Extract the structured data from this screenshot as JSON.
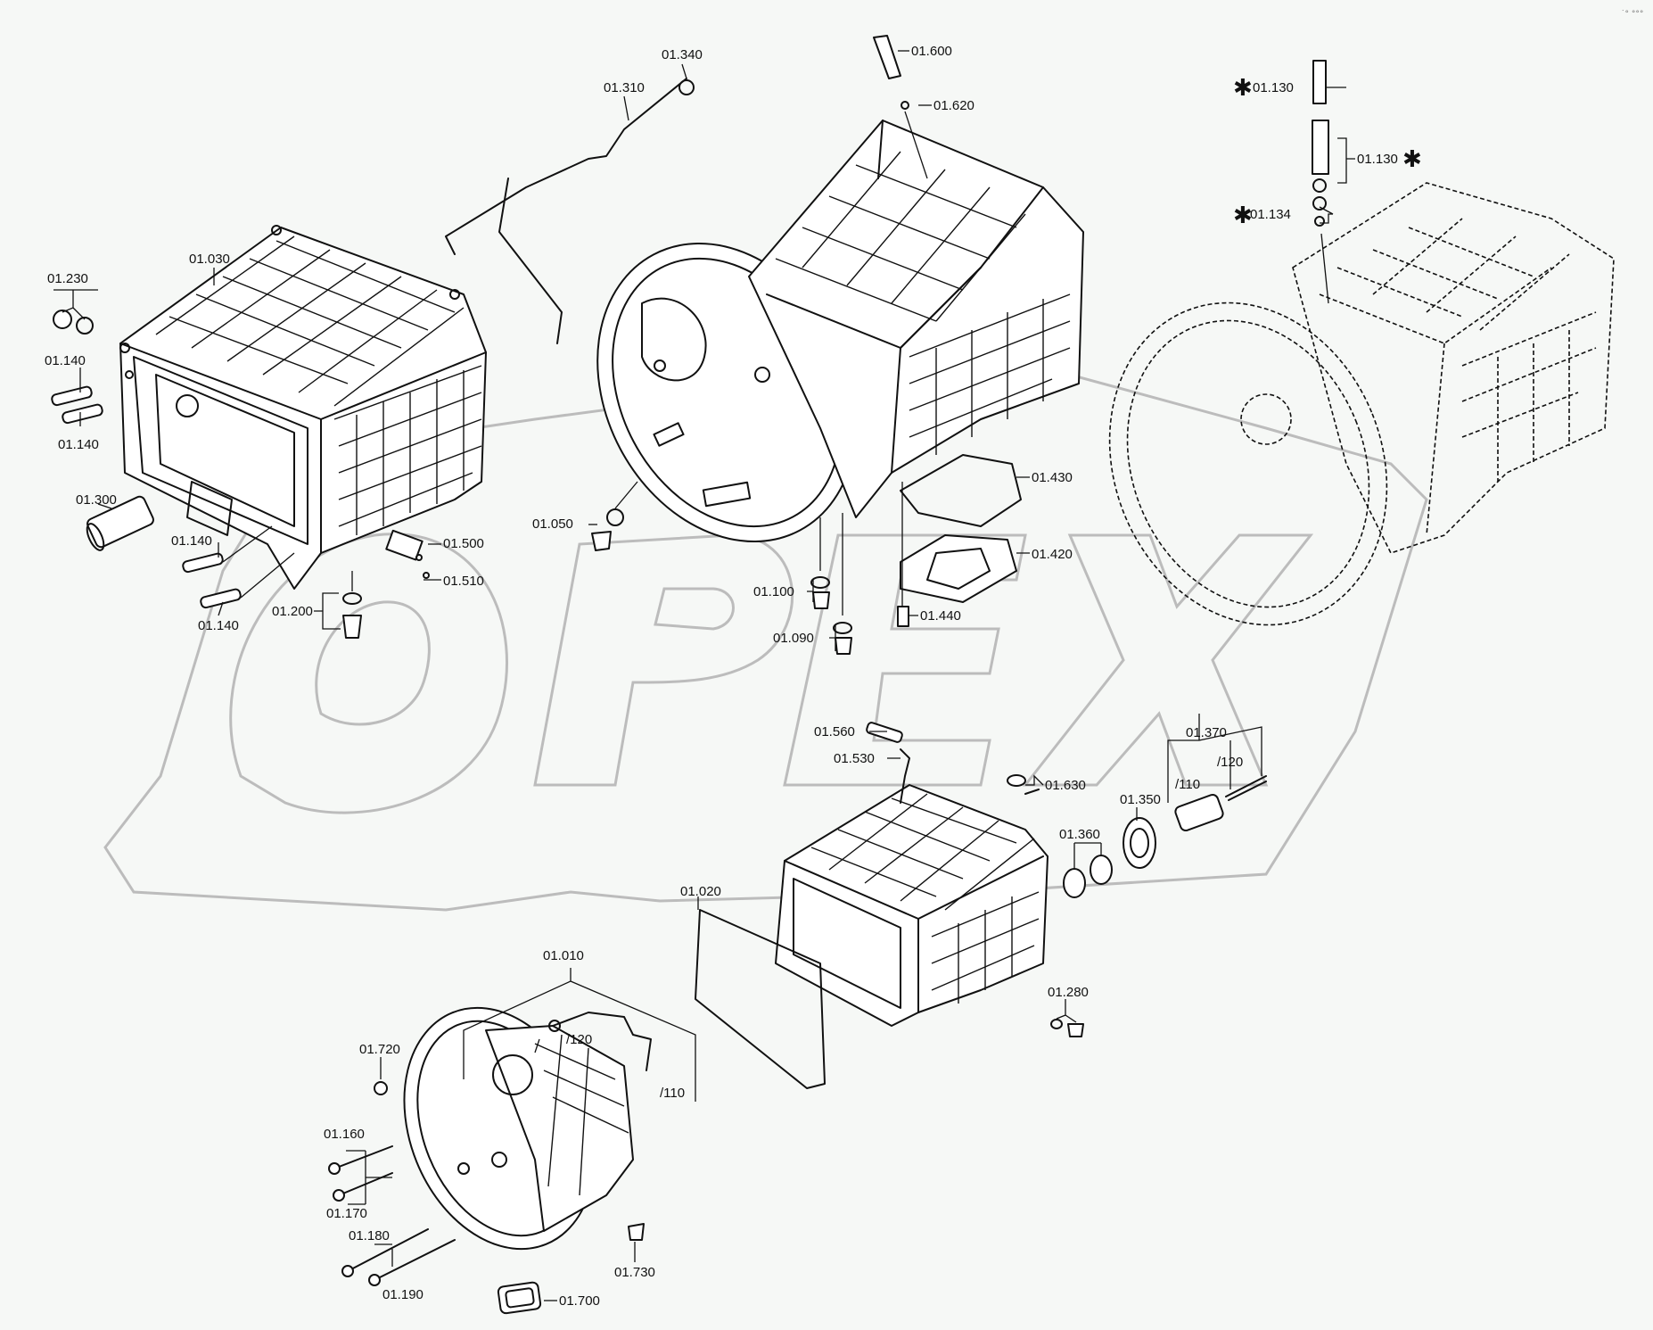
{
  "watermark": "OPEX",
  "corner_mark": "˙° °°°",
  "star_symbol": "✱",
  "labels": {
    "l01_340": "01.340",
    "l01_310": "01.310",
    "l01_600": "01.600",
    "l01_620": "01.620",
    "l01_130a": "01.130",
    "l01_130b": "01.130",
    "l01_134": "01.134",
    "l01_030": "01.030",
    "l01_230": "01.230",
    "l01_140a": "01.140",
    "l01_140b": "01.140",
    "l01_140c": "01.140",
    "l01_140d": "01.140",
    "l01_300": "01.300",
    "l01_500": "01.500",
    "l01_510": "01.510",
    "l01_200": "01.200",
    "l01_050": "01.050",
    "l01_430": "01.430",
    "l01_420": "01.420",
    "l01_440": "01.440",
    "l01_100": "01.100",
    "l01_090": "01.090",
    "l01_560": "01.560",
    "l01_530": "01.530",
    "l01_630": "01.630",
    "l01_370": "01.370",
    "l01_370_120": "/120",
    "l01_370_110": "/110",
    "l01_350": "01.350",
    "l01_360": "01.360",
    "l01_020": "01.020",
    "l01_280": "01.280",
    "l01_010": "01.010",
    "l01_010_120": "/120",
    "l01_010_110": "/110",
    "l01_720": "01.720",
    "l01_160": "01.160",
    "l01_170": "01.170",
    "l01_180": "01.180",
    "l01_190": "01.190",
    "l01_730": "01.730",
    "l01_700": "01.700"
  }
}
